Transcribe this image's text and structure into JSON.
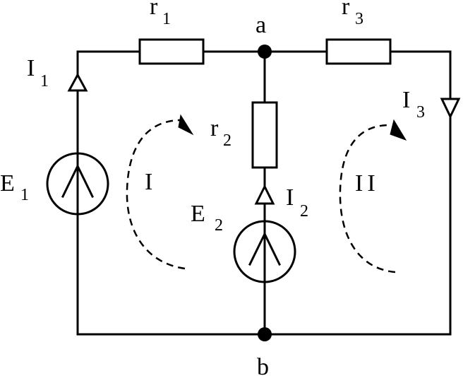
{
  "labels": {
    "r1": {
      "main": "r",
      "sub": "1"
    },
    "r2": {
      "main": "r",
      "sub": "2"
    },
    "r3": {
      "main": "r",
      "sub": "3"
    },
    "E1": {
      "main": "E",
      "sub": "1"
    },
    "E2": {
      "main": "E",
      "sub": "2"
    },
    "I1": {
      "main": "I",
      "sub": "1"
    },
    "I2": {
      "main": "I",
      "sub": "2"
    },
    "I3": {
      "main": "I",
      "sub": "3"
    },
    "node_a": "a",
    "node_b": "b",
    "loop_1": "I",
    "loop_2": "II"
  }
}
